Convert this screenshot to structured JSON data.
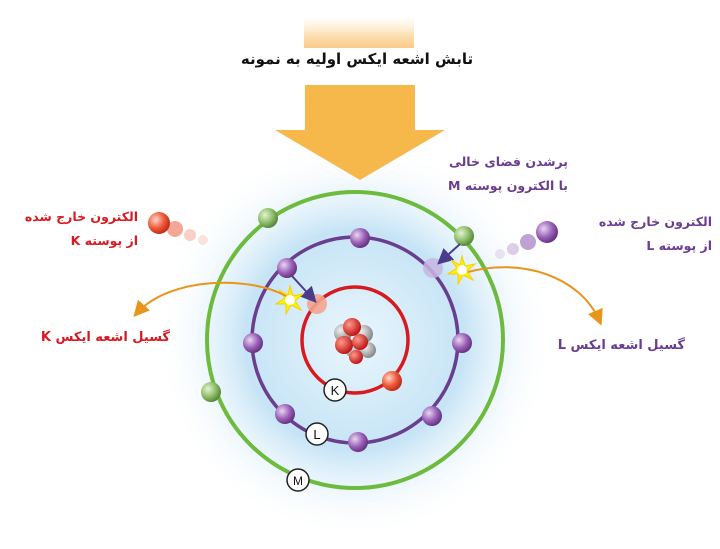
{
  "title": "تابش اشعه ایکس اولیه به نمونه",
  "labels": {
    "k_ejected_line1": "الکترون خارج شده",
    "k_ejected_line2": "از پوسته K",
    "l_ejected_line1": "الکترون خارج شده",
    "l_ejected_line2": "از پوسته L",
    "m_fill_line1": "پرشدن فضای خالی",
    "m_fill_line2": "با الکترون پوسته M",
    "k_emission": "گسیل اشعه ایکس K",
    "l_emission": "گسیل اشعه ایکس L"
  },
  "shells": [
    {
      "name": "K",
      "label": "K"
    },
    {
      "name": "L",
      "label": "L"
    },
    {
      "name": "M",
      "label": "M"
    }
  ],
  "colors": {
    "k_shell": "#d71920",
    "l_shell": "#6a3d8f",
    "m_shell": "#6cbb3c",
    "incident_beam": "#f7b84b",
    "emission_arrow": "#e8951c",
    "glow": "#c9e6f7"
  }
}
